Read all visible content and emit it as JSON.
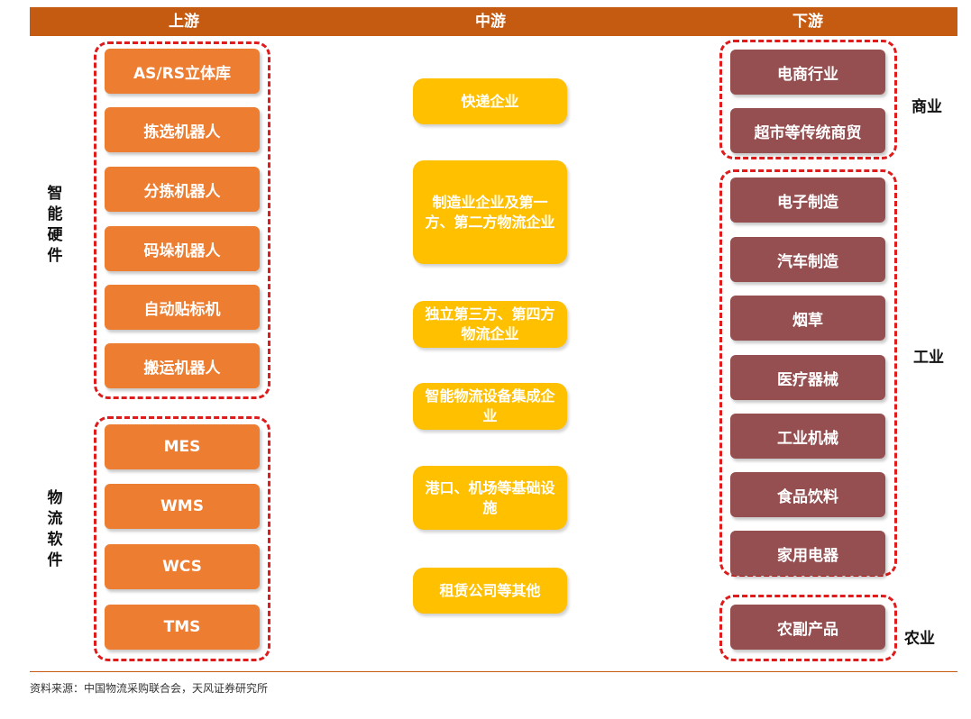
{
  "header": {
    "upstream": "上游",
    "midstream": "中游",
    "downstream": "下游"
  },
  "upstream": {
    "hardware_label": "智能硬件",
    "software_label": "物流软件",
    "hardware": [
      "AS/RS立体库",
      "拣选机器人",
      "分拣机器人",
      "码垛机器人",
      "自动贴标机",
      "搬运机器人"
    ],
    "software": [
      "MES",
      "WMS",
      "WCS",
      "TMS"
    ]
  },
  "midstream": {
    "items": [
      "快递企业",
      "制造业企业及第一方、第二方物流企业",
      "独立第三方、第四方物流企业",
      "智能物流设备集成企业",
      "港口、机场等基础设施",
      "租赁公司等其他"
    ]
  },
  "downstream": {
    "commerce_label": "商业",
    "industry_label": "工业",
    "agriculture_label": "农业",
    "commerce": [
      "电商行业",
      "超市等传统商贸"
    ],
    "industry": [
      "电子制造",
      "汽车制造",
      "烟草",
      "医疗器械",
      "工业机械",
      "食品饮料",
      "家用电器"
    ],
    "agriculture": [
      "农副产品"
    ]
  },
  "source": "资料来源：中国物流采购联合会，天风证券研究所",
  "colors": {
    "header": "#c55a11",
    "upstream": "#ed7d31",
    "midstream": "#ffc000",
    "downstream": "#954f51",
    "dash": "#e01b1b"
  }
}
